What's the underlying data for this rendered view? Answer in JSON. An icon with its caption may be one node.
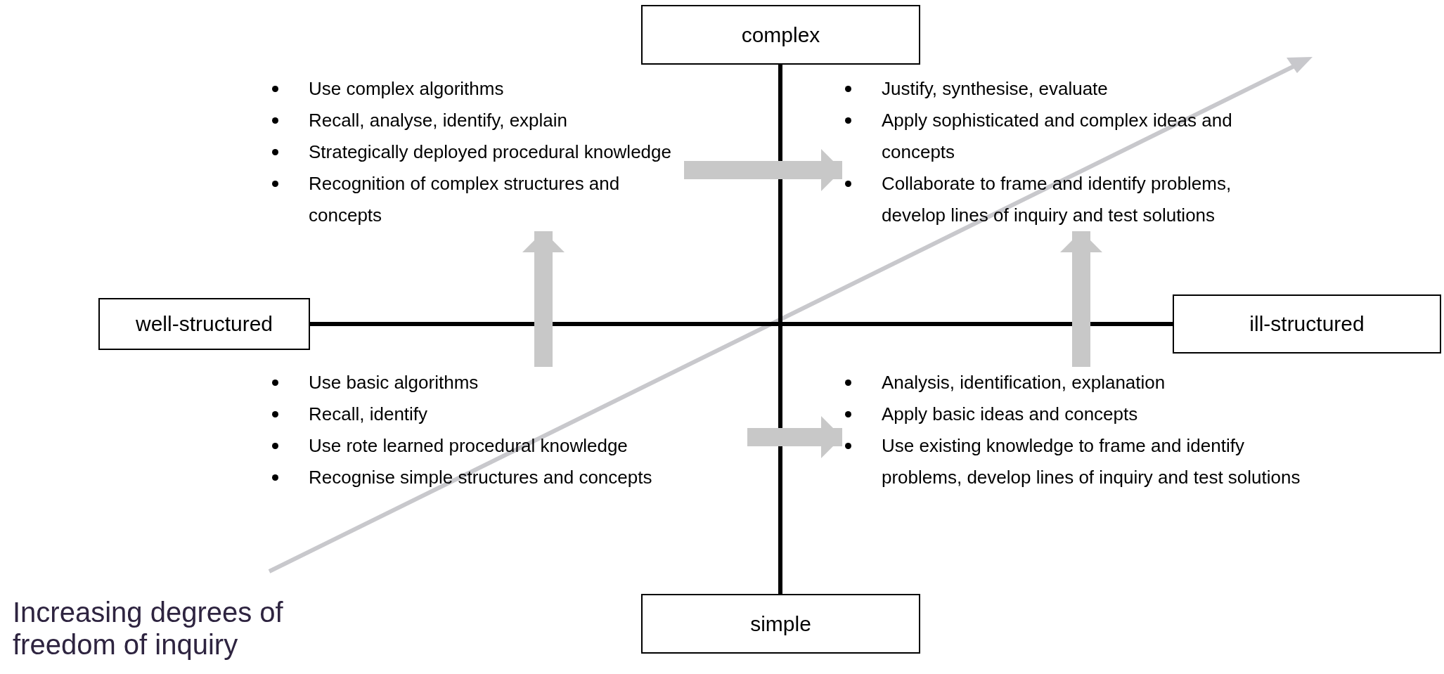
{
  "diagram": {
    "nodes": [
      {
        "text": [
          "complex"
        ]
      },
      {
        "text": [
          "Use complex algorithms",
          "Recall, analyse, identify, explain",
          "Strategically deployed procedural knowledge",
          "Recognition of complex structures and concepts"
        ]
      },
      {
        "text": [
          "Justify, synthesise, evaluate",
          "Apply sophisticated and complex ideas and concepts",
          "Collaborate to frame and identify problems, develop lines of inquiry and test solutions"
        ]
      },
      {
        "text": [
          "well-structured"
        ]
      },
      {
        "text": [
          "ill-structured"
        ]
      },
      {
        "text": [
          "Use basic algorithms",
          "Recall, identify",
          "Use rote learned procedural knowledge",
          "Recognise simple structures and concepts"
        ]
      },
      {
        "text": [
          "Analysis, identification, explanation",
          "Apply basic ideas and concepts",
          "Use existing knowledge to frame and identify problems, develop lines of inquiry and test solutions"
        ]
      },
      {
        "text": [
          "simple"
        ]
      }
    ],
    "edges": [
      {
        "from": 0,
        "to": 7,
        "arrow": "none",
        "color": "#000000"
      },
      {
        "from": 3,
        "to": 4,
        "arrow": "none",
        "color": "#000000"
      },
      {
        "from": 1,
        "to": 2,
        "arrow": "to"
      },
      {
        "from": 5,
        "to": 1,
        "arrow": "to"
      },
      {
        "from": 6,
        "to": 2,
        "arrow": "to"
      },
      {
        "from": 5,
        "to": 6,
        "arrow": "to"
      }
    ],
    "labels": [
      "Increasing degrees of freedom of inquiry"
    ]
  }
}
